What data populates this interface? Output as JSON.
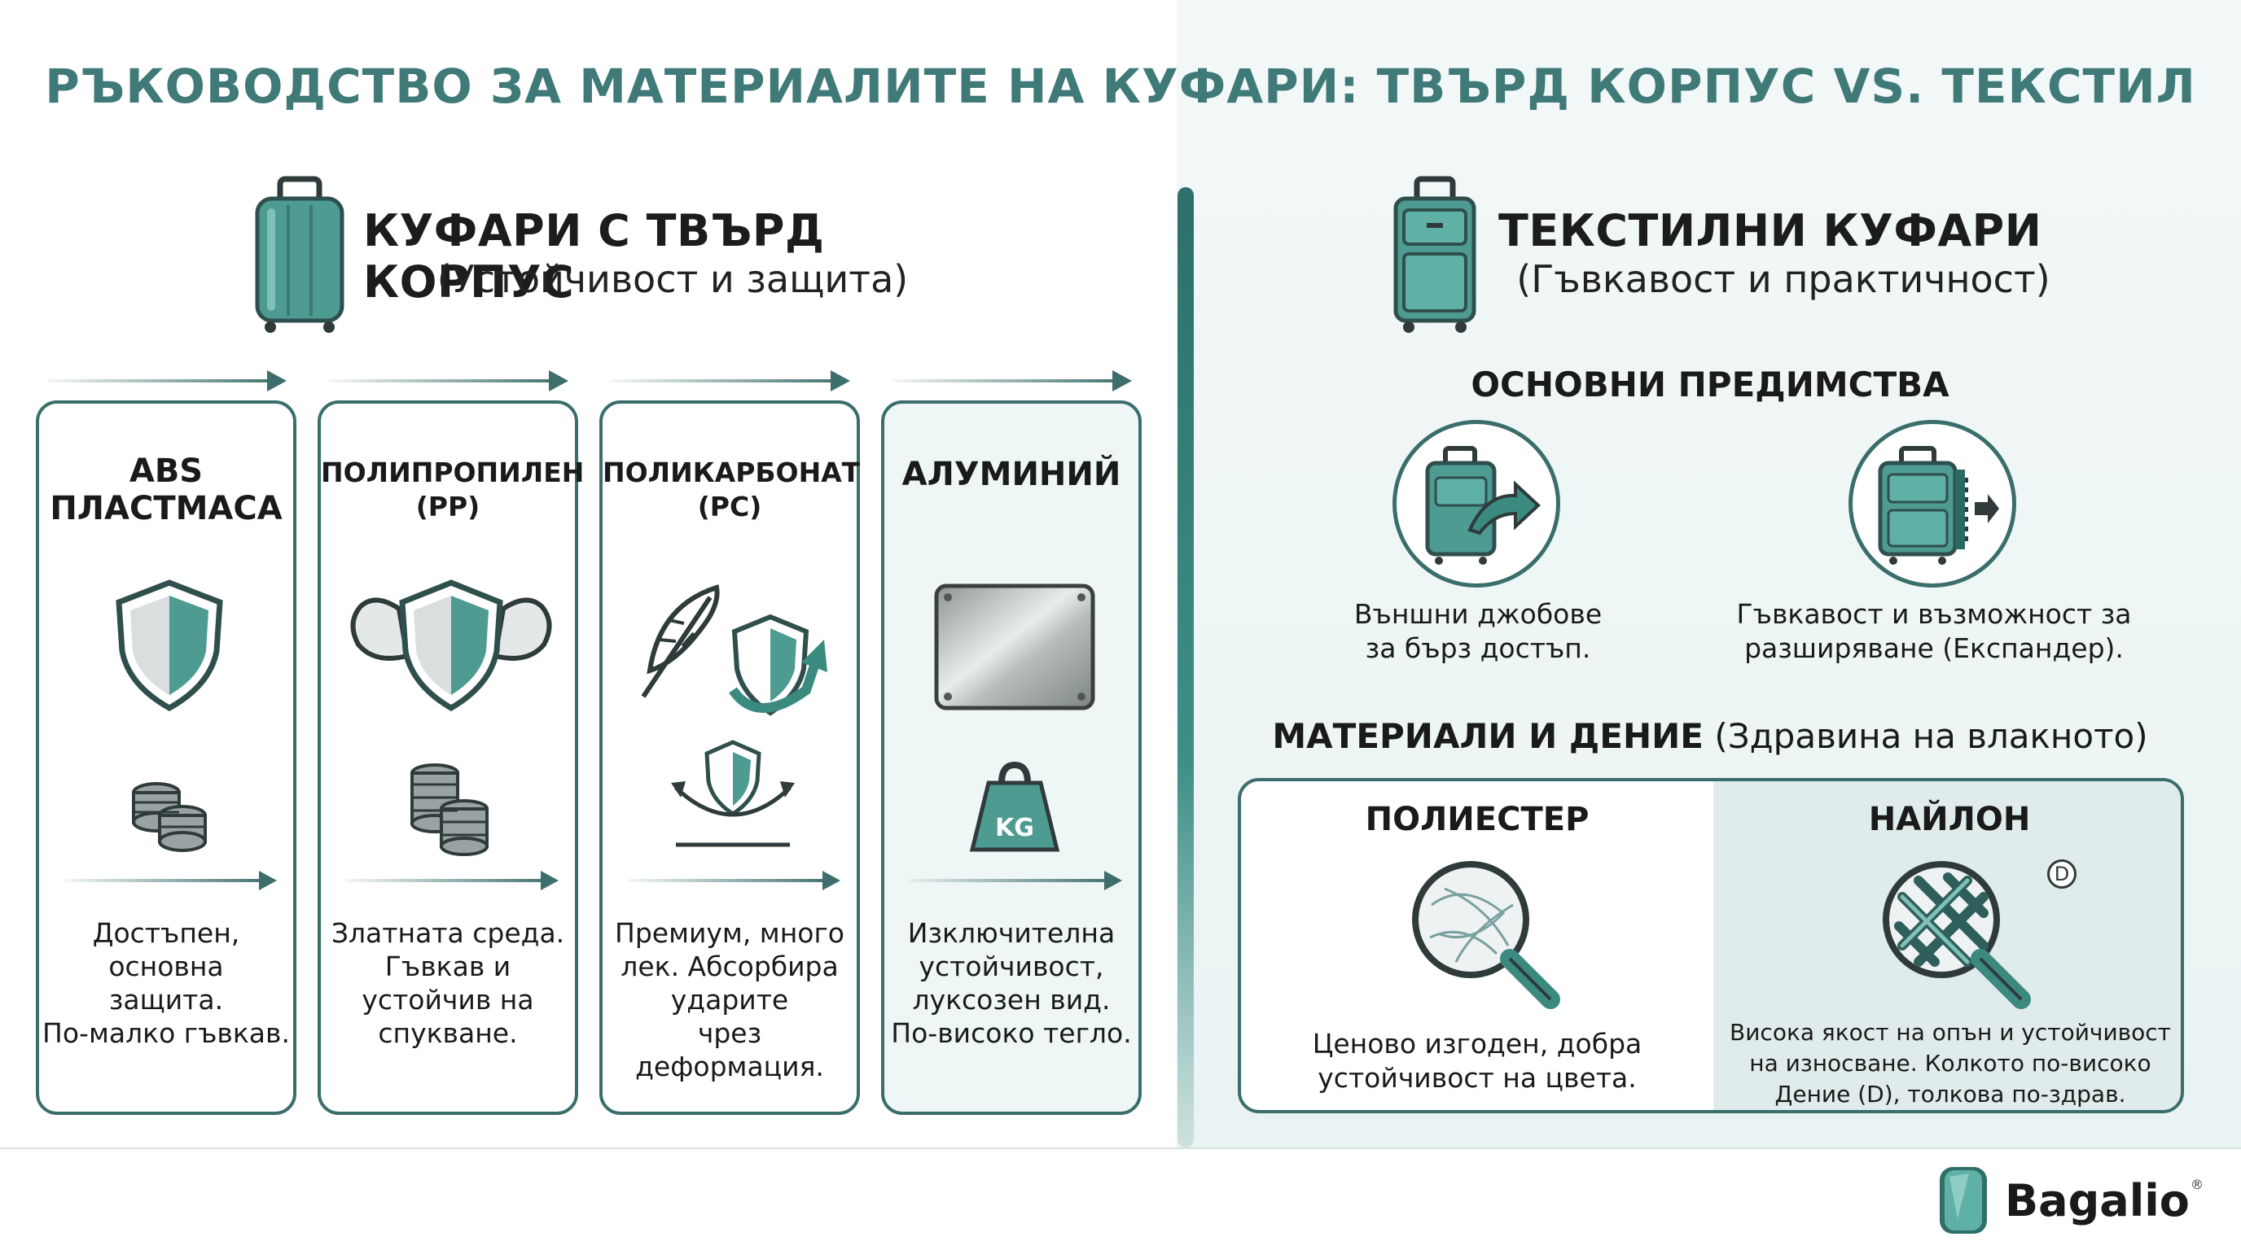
{
  "title": "РЪКОВОДСТВО ЗА МАТЕРИАЛИТЕ НА КУФАРИ: ТВЪРД КОРПУС VS. ТЕКСТИЛ",
  "hard": {
    "title": "КУФАРИ С ТВЪРД КОРПУС",
    "subtitle": "(Устойчивост и защита)",
    "cards": [
      {
        "title_l1": "ABS",
        "title_l2": "ПЛАСТМАСА",
        "desc": [
          "Достъпен,",
          "основна",
          "защита.",
          "По-малко гъвкав."
        ]
      },
      {
        "title_l1": "ПОЛИПРОПИЛЕН",
        "title_l2": "(PP)",
        "desc": [
          "Златната среда.",
          "Гъвкав и",
          "устойчив на",
          "спукване."
        ]
      },
      {
        "title_l1": "ПОЛИКАРБОНАТ",
        "title_l2": "(PC)",
        "desc": [
          "Премиум, много",
          "лек. Абсорбира",
          "ударите",
          "чрез",
          "деформация."
        ]
      },
      {
        "title_l1": "АЛУМИНИЙ",
        "title_l2": "",
        "desc": [
          "Изключителна",
          "устойчивост,",
          "луксозен вид.",
          "По-високо тегло."
        ],
        "weight_label": "KG"
      }
    ]
  },
  "soft": {
    "title": "ТЕКСТИЛНИ КУФАРИ",
    "subtitle": "(Гъвкавост и практичност)",
    "advantages_heading": "ОСНОВНИ ПРЕДИМСТВА",
    "advantages": [
      {
        "label": [
          "Външни джобове",
          "за бърз достъп."
        ]
      },
      {
        "label": [
          "Гъвкавост и възможност за",
          "разширяване (Експандер)."
        ]
      }
    ],
    "materials_heading_bold": "МАТЕРИАЛИ И ДЕНИЕ",
    "materials_heading_rest": " (Здравина на влакното)",
    "materials": [
      {
        "title": "ПОЛИЕСТЕР",
        "desc": [
          "Ценово изгоден, добра",
          "устойчивост на цвета."
        ]
      },
      {
        "title": "НАЙЛОН",
        "badge": "D",
        "desc": [
          "Висока якост на опън и устойчивост",
          "на износване. Колкото по-високо",
          "Дение (D), толкова по-здрав."
        ]
      }
    ]
  },
  "brand": {
    "name": "Bagalio",
    "reg": "®"
  },
  "colors": {
    "teal": "#3a6e6b",
    "accent": "#4e9b92",
    "title": "#3f7a78"
  }
}
